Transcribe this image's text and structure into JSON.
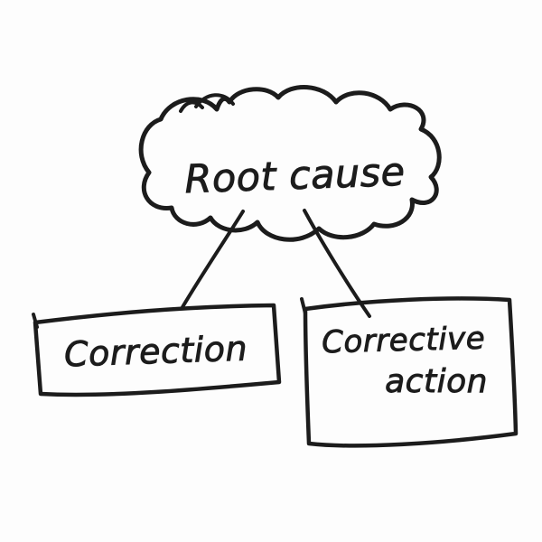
{
  "colors": {
    "ink": "#1c1c1c",
    "background": "#fdfdfd"
  },
  "diagram": {
    "type": "hand-drawn-flowchart",
    "nodes": {
      "root": {
        "label": "Root cause",
        "shape": "cloud"
      },
      "left": {
        "label": "Correction",
        "shape": "rectangle"
      },
      "right": {
        "line1": "Corrective",
        "line2": "action",
        "shape": "rectangle"
      }
    },
    "edges": [
      {
        "from": "Root cause",
        "to": "Correction"
      },
      {
        "from": "Root cause",
        "to": "Corrective action"
      }
    ]
  }
}
